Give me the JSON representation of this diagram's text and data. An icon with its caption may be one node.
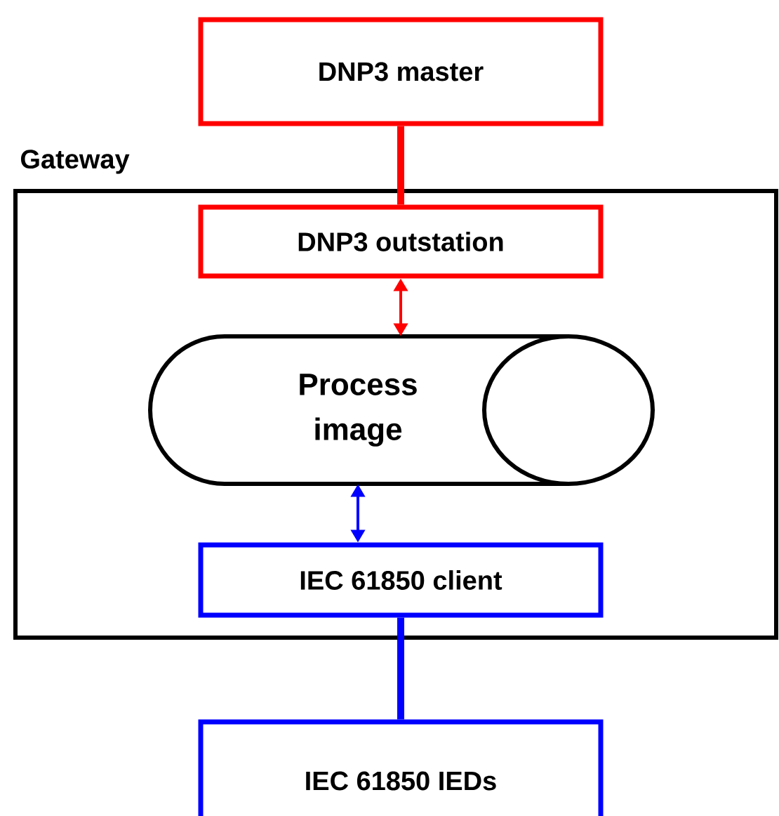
{
  "diagram": {
    "nodes": [
      {
        "text": [
          "DNP3 master"
        ]
      },
      {
        "text": [
          "Gateway"
        ]
      },
      {
        "text": [
          "DNP3 outstation"
        ],
        "in": 1
      },
      {
        "text": [
          "Process image"
        ],
        "in": 1
      },
      {
        "text": [
          "IEC 61850 client"
        ],
        "in": 1
      },
      {
        "text": [
          "IEC 61850 IEDs"
        ]
      }
    ],
    "edges": [
      {
        "from": 0,
        "to": 2,
        "arrow": "none",
        "style": "thick",
        "color": "#ff0000"
      },
      {
        "from": 2,
        "to": 3,
        "arrow": "both",
        "color": "#ff0000"
      },
      {
        "from": 3,
        "to": 4,
        "arrow": "both",
        "color": "#0000ff"
      },
      {
        "from": 4,
        "to": 5,
        "arrow": "none",
        "style": "thick",
        "color": "#0000ff"
      }
    ]
  }
}
